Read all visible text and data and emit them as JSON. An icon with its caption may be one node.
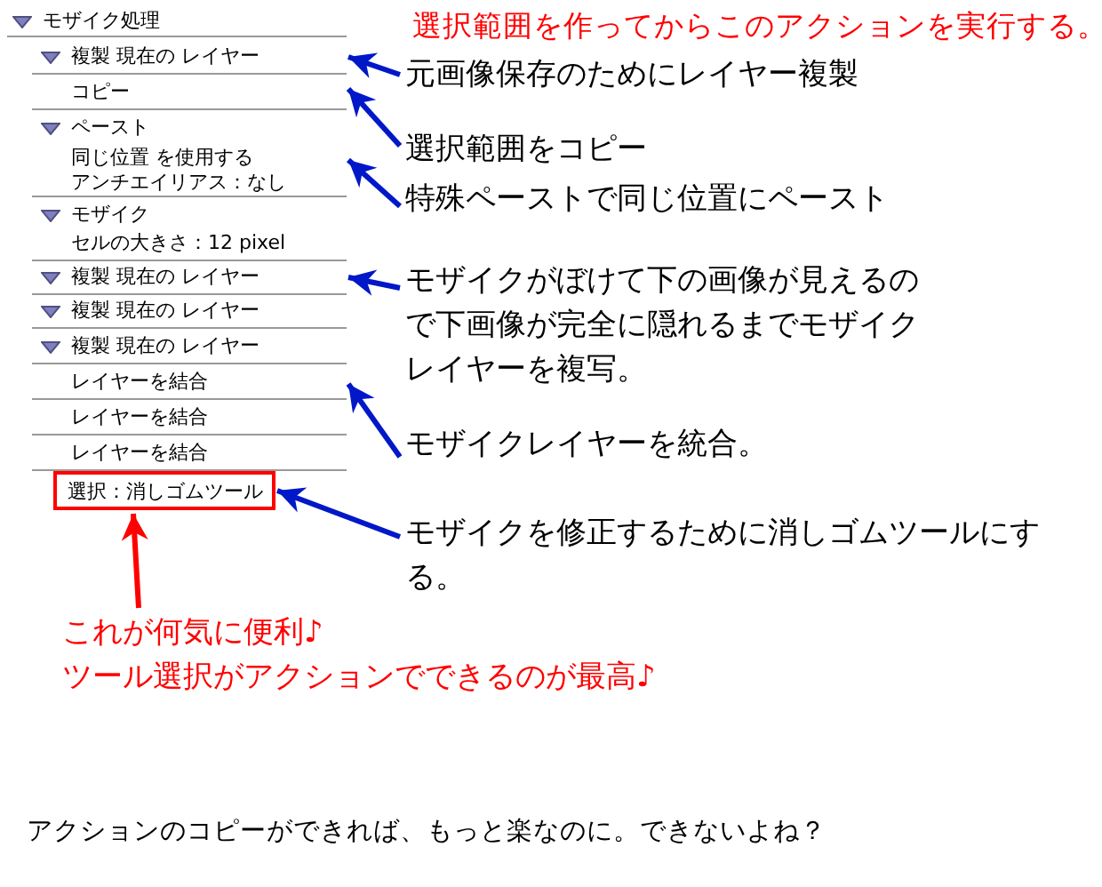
{
  "diagram": {
    "nodes": [
      {
        "text": [
          "モザイク処理"
        ]
      },
      {
        "text": [
          "複製 現在の レイヤー"
        ]
      },
      {
        "text": [
          "コピー"
        ]
      },
      {
        "text": [
          "ペースト",
          "同じ位置 を使用する",
          "アンチエイリアス：なし"
        ]
      },
      {
        "text": [
          "モザイク",
          "セルの大きさ：12 pixel"
        ]
      },
      {
        "text": [
          "複製 現在の レイヤー"
        ]
      },
      {
        "text": [
          "複製 現在の レイヤー"
        ]
      },
      {
        "text": [
          "複製 現在の レイヤー"
        ]
      },
      {
        "text": [
          "レイヤーを結合"
        ]
      },
      {
        "text": [
          "レイヤーを結合"
        ]
      },
      {
        "text": [
          "レイヤーを結合"
        ]
      },
      {
        "text": [
          "選択：消しゴムツール"
        ]
      },
      {
        "text": [
          "元画像保存のためにレイヤー複製"
        ]
      },
      {
        "text": [
          "選択範囲をコピー",
          "特殊ペーストで同じ位置にペースト"
        ]
      },
      {
        "text": [
          "モザイクがぼけて下の画像が見えるので下画像が完全に隠れるまでモザイクレイヤーを複写。"
        ]
      },
      {
        "text": [
          "モザイクレイヤーを統合。"
        ]
      },
      {
        "text": [
          "モザイクを修正するために消しゴムツールにする。"
        ]
      },
      {
        "text": [
          "これが何気に便利♪",
          "ツール選択がアクションでできるのが最高♪"
        ]
      }
    ],
    "edges": [
      {
        "from": 12,
        "to": 1,
        "arrow": "to"
      },
      {
        "from": 13,
        "to": 2,
        "arrow": "to"
      },
      {
        "from": 13,
        "to": 3,
        "arrow": "to"
      },
      {
        "from": 14,
        "to": 5,
        "arrow": "to"
      },
      {
        "from": 15,
        "to": 8,
        "arrow": "to"
      },
      {
        "from": 16,
        "to": 11,
        "arrow": "to"
      },
      {
        "from": 17,
        "to": 11,
        "arrow": "to",
        "color": "#ff0000"
      }
    ],
    "labels": [
      "選択範囲を作ってからこのアクションを実行する。",
      "アクションのコピーができれば、もっと楽なのに。できないよね？"
    ]
  }
}
